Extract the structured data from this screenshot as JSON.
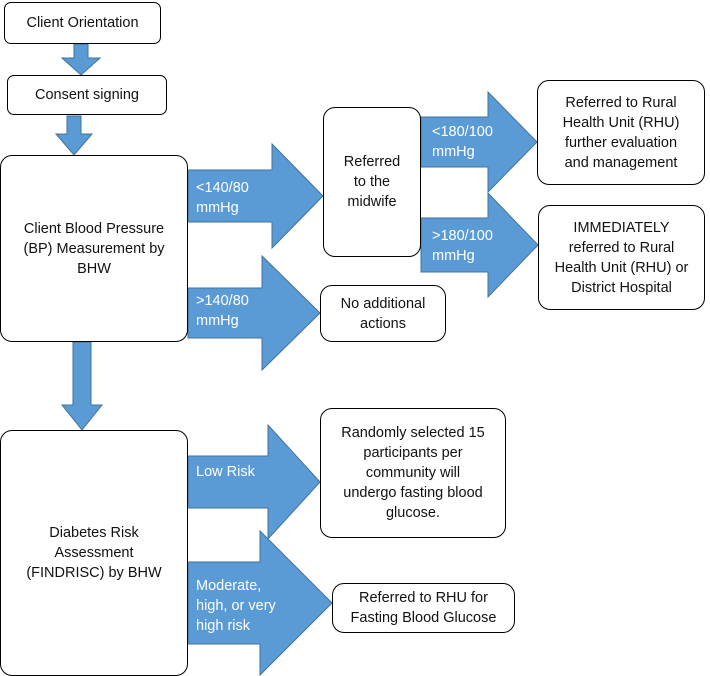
{
  "colors": {
    "arrow_fill": "#5b9bd5",
    "arrow_stroke": "#41719c",
    "box_border": "#000000",
    "text": "#111111"
  },
  "nodes": {
    "client_orientation": "Client Orientation",
    "consent_signing": "Consent signing",
    "bp_measurement": [
      "Client Blood Pressure",
      "(BP) Measurement by",
      "BHW"
    ],
    "referred_midwife": [
      "Referred",
      "to the",
      "midwife"
    ],
    "referred_rhu": [
      "Referred to Rural",
      "Health Unit (RHU)",
      "further evaluation",
      "and management"
    ],
    "immediately_referred": [
      "IMMEDIATELY",
      "referred to Rural",
      "Health Unit (RHU) or",
      "District Hospital"
    ],
    "no_additional": [
      "No additional",
      "actions"
    ],
    "diabetes_assessment": [
      "Diabetes Risk",
      "Assessment",
      "(FINDRISC) by BHW"
    ],
    "random_selected": [
      "Randomly selected 15",
      "participants per",
      "community will",
      "undergo fasting blood",
      "glucose."
    ],
    "referred_rhu_fbg": [
      "Referred to RHU for",
      "Fasting Blood Glucose"
    ]
  },
  "arrow_labels": {
    "bp_low": [
      "<140/80",
      "mmHg"
    ],
    "bp_high": [
      ">140/80",
      "mmHg"
    ],
    "mw_low": [
      "<180/100",
      "mmHg"
    ],
    "mw_high": [
      ">180/100",
      "mmHg"
    ],
    "low_risk": [
      "Low Risk"
    ],
    "moderate_risk": [
      "Moderate,",
      "high, or very",
      "high risk"
    ]
  }
}
